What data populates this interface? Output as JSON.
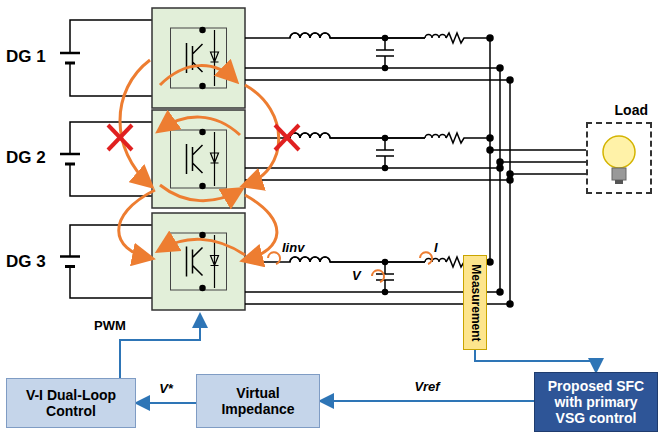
{
  "diagram": {
    "nodes": [
      {
        "text": [
          "Load"
        ]
      },
      {
        "text": [
          "Measurement"
        ]
      },
      {
        "text": [
          "V-I Dual-Loop Control"
        ]
      },
      {
        "text": [
          "Virtual Impedance"
        ]
      },
      {
        "text": [
          "Proposed SFC with primary VSG control"
        ]
      }
    ],
    "edges": [
      {
        "from": 1,
        "to": 4,
        "arrow": "to"
      },
      {
        "from": 4,
        "to": 3,
        "label": "Vref",
        "arrow": "to"
      },
      {
        "from": 3,
        "to": 2,
        "label": "V*",
        "arrow": "to"
      }
    ],
    "labels": [
      "DG 1",
      "DG 2",
      "DG 3",
      "PWM",
      "Iinv",
      "I",
      "V"
    ]
  }
}
